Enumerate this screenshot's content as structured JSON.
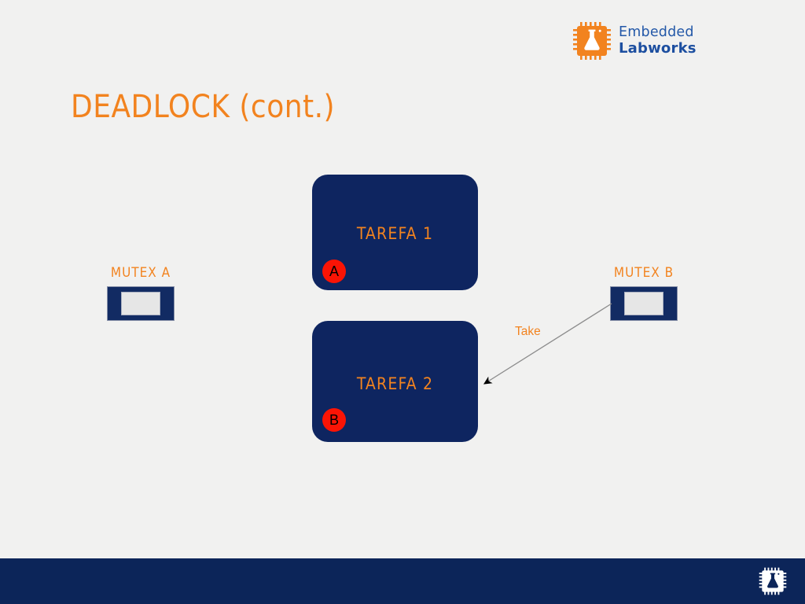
{
  "slide": {
    "title": "DEADLOCK (cont.)",
    "background_color": "#f1f1f0"
  },
  "brand": {
    "logo_icon": "chip-flask-icon",
    "name_line1": "Embedded",
    "name_line2": "Labworks",
    "logo_color": "#f2831f",
    "text_color": "#1d4fa0"
  },
  "diagram": {
    "type": "deadlock-resource-allocation",
    "tasks": [
      {
        "label": "TAREFA 1",
        "badge": "A",
        "badge_color": "#fa1405",
        "box_color": "#0e2560",
        "label_color": "#f2831f"
      },
      {
        "label": "TAREFA 2",
        "badge": "B",
        "badge_color": "#fa1405",
        "box_color": "#0e2560",
        "label_color": "#f2831f"
      }
    ],
    "mutexes": [
      {
        "label": "MUTEX A",
        "label_color": "#f2831f",
        "box_color": "#122b63",
        "inner_color": "#e6e6e6"
      },
      {
        "label": "MUTEX B",
        "label_color": "#f2831f",
        "box_color": "#122b63",
        "inner_color": "#e6e6e6"
      }
    ],
    "arrows": [
      {
        "label": "Take",
        "label_color": "#f2831f",
        "from": "MUTEX B",
        "to": "TAREFA 2",
        "line_color": "#8c8c8c",
        "head_color": "#000000"
      }
    ]
  },
  "footer": {
    "bar_color": "#0c2559",
    "logo_icon": "chip-flask-icon"
  }
}
